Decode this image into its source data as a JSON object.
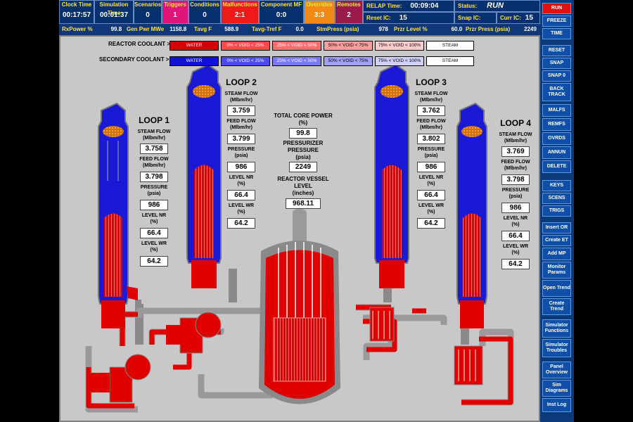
{
  "top": {
    "clock_time": {
      "label": "Clock Time",
      "value": "00:17:57"
    },
    "simulation_time": {
      "label": "Simulation Time",
      "value": "00:01:37"
    },
    "scenarios": {
      "label": "Scenarios",
      "value": "0"
    },
    "triggers": {
      "label": "Triggers",
      "value": "1"
    },
    "conditions": {
      "label": "Conditions",
      "value": "0"
    },
    "malfunctions": {
      "label": "Malfunctions",
      "value": "2:1"
    },
    "component_mf": {
      "label": "Component MF",
      "value": "0:0"
    },
    "overrides": {
      "label": "Overrides",
      "value": "3:3"
    },
    "remotes": {
      "label": "Remotes",
      "value": "2"
    },
    "relap_time": {
      "label": "RELAP Time:",
      "value": "00:09:04"
    },
    "status": {
      "label": "Status:",
      "value": "RUN"
    },
    "reset_ic": {
      "label": "Reset IC:",
      "value": "15"
    },
    "snap_ic": {
      "label": "Snap IC:",
      "value": ""
    },
    "curr_ic": {
      "label": "Curr IC:",
      "value": "15"
    }
  },
  "row2": {
    "rxpower": {
      "label": "RxPower %",
      "value": "99.8"
    },
    "gen_pwr": {
      "label": "Gen Pwr MWe",
      "value": "1158.8"
    },
    "tavg": {
      "label": "Tavg F",
      "value": "588.9"
    },
    "tavg_tref": {
      "label": "Tavg-Tref F",
      "value": "0.0"
    },
    "stmpress": {
      "label": "StmPress (psia)",
      "value": "978"
    },
    "przr_level": {
      "label": "Przr Level %",
      "value": "60.0"
    },
    "przr_press": {
      "label": "Przr Press (psia)",
      "value": "2249"
    }
  },
  "sidebar": [
    "RUN",
    "FREEZE",
    "TIME",
    "RESET",
    "SNAP",
    "SNAP 0",
    "BACK TRACK",
    "MALFS",
    "REMFS",
    "OVRDS",
    "ANNUN",
    "DELETE",
    "KEYS",
    "SCENS",
    "TRIGS",
    "Insert OR",
    "Create ET",
    "Add MP",
    "Monitor Params",
    "Open Trend",
    "Create Trend",
    "Simulator Functions",
    "Simulator Troubles",
    "Panel Overview",
    "Sim Diagrams",
    "Inst Log"
  ],
  "legend": {
    "reactor_title": "REACTOR COOLANT  >",
    "secondary_title": "SECONDARY COOLANT  >",
    "reactor": [
      "WATER",
      "0% < VOID < 25%",
      "25% < VOID < 50%",
      "50% < VOID < 75%",
      "75% < VOID < 100%",
      "STEAM"
    ],
    "secondary": [
      "WATER",
      "0% < VOID < 25%",
      "25% < VOID < 50%",
      "50% < VOID < 75%",
      "75% < VOID < 100%",
      "STEAM"
    ],
    "reactor_colors": [
      "#d40000",
      "#ff4a4a",
      "#ff6d6d",
      "#ff9d9d",
      "#ffcccc",
      "#ffffff"
    ],
    "secondary_colors": [
      "#1010d8",
      "#4a4af0",
      "#7a7af0",
      "#a0a0f5",
      "#d0d0fa",
      "#ffffff"
    ]
  },
  "labels": {
    "steam_flow": "STEAM FLOW",
    "steam_flow_unit": "(Mlbm/hr)",
    "feed_flow": "FEED FLOW",
    "feed_flow_unit": "(Mlbm/hr)",
    "pressure": "PRESSURE",
    "pressure_unit": "(psia)",
    "level_nr": "LEVEL NR",
    "level_wr": "LEVEL WR",
    "pct": "(%)"
  },
  "loops": [
    {
      "name": "LOOP 1",
      "steam_flow": "3.758",
      "feed_flow": "3.798",
      "pressure": "986",
      "level_nr": "66.4",
      "level_wr": "64.2"
    },
    {
      "name": "LOOP 2",
      "steam_flow": "3.759",
      "feed_flow": "3.799",
      "pressure": "986",
      "level_nr": "66.4",
      "level_wr": "64.2"
    },
    {
      "name": "LOOP 3",
      "steam_flow": "3.762",
      "feed_flow": "3.802",
      "pressure": "986",
      "level_nr": "66.4",
      "level_wr": "64.2"
    },
    {
      "name": "LOOP 4",
      "steam_flow": "3.769",
      "feed_flow": "3.798",
      "pressure": "986",
      "level_nr": "66.4",
      "level_wr": "64.2"
    }
  ],
  "core": {
    "power_label": "TOTAL CORE POWER",
    "power_unit": "(%)",
    "power": "99.8",
    "przr_label1": "PRESSURIZER",
    "przr_label2": "PRESSURE",
    "przr_unit": "(psia)",
    "przr": "2249",
    "rv_label1": "REACTOR VESSEL",
    "rv_label2": "LEVEL",
    "rv_unit": "(inches)",
    "rv_level": "968.11"
  },
  "colors": {
    "water_red": "#e00000",
    "water_blue": "#1a1ad6",
    "pipe_grey": "#9a9a9a",
    "background": "#c8c8c8"
  }
}
